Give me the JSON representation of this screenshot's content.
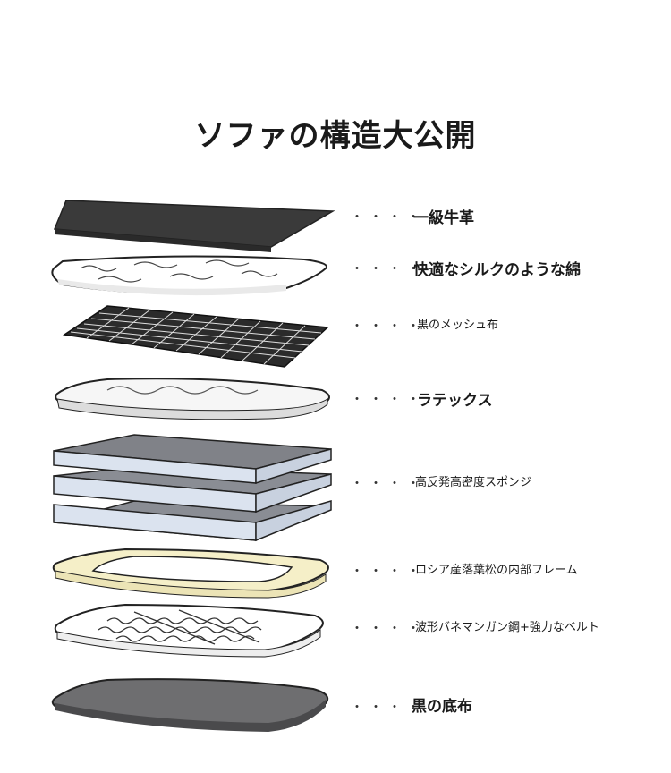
{
  "title": "ソファの構造大公開",
  "dots": "・・・・",
  "layers": [
    {
      "name": "layer-top-leather",
      "label": "一級牛革"
    },
    {
      "name": "layer-silk-cotton",
      "label": "快適なシルクのような綿"
    },
    {
      "name": "layer-black-mesh",
      "label": "黒のメッシュ布"
    },
    {
      "name": "layer-latex",
      "label": "ラテックス"
    },
    {
      "name": "layer-sponge",
      "label": "高反発高密度スポンジ"
    },
    {
      "name": "layer-frame",
      "label": "ロシア産落葉松の内部フレーム"
    },
    {
      "name": "layer-springs",
      "label": "波形バネマンガン鋼+強力なベルト"
    },
    {
      "name": "layer-bottom-cloth",
      "label": "黒の底布"
    }
  ]
}
